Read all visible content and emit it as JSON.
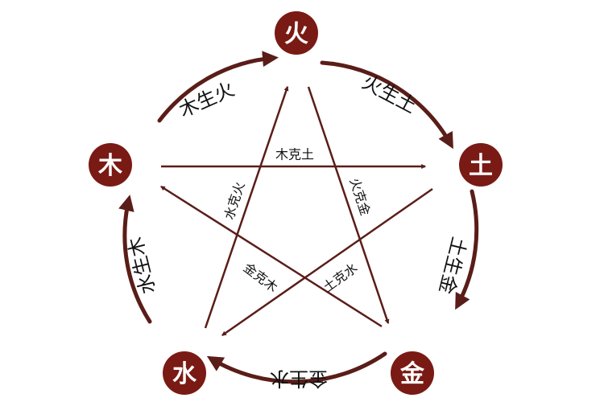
{
  "colors": {
    "circle_fill": "#7a1a14",
    "arrow": "#5a1d18",
    "text": "#111111",
    "node_text": "#ffffff",
    "background": "#ffffff"
  },
  "elements": {
    "fire": "火",
    "earth": "土",
    "metal": "金",
    "water": "水",
    "wood": "木"
  },
  "generating": {
    "wood_fire": "木生火",
    "fire_earth": "火生土",
    "earth_metal": "土生金",
    "metal_water": "金生水",
    "water_wood": "水生木"
  },
  "controlling": {
    "wood_earth": "木克土",
    "fire_metal": "火克金",
    "water_fire": "水克火",
    "metal_wood": "金克木",
    "earth_water": "土克水"
  }
}
